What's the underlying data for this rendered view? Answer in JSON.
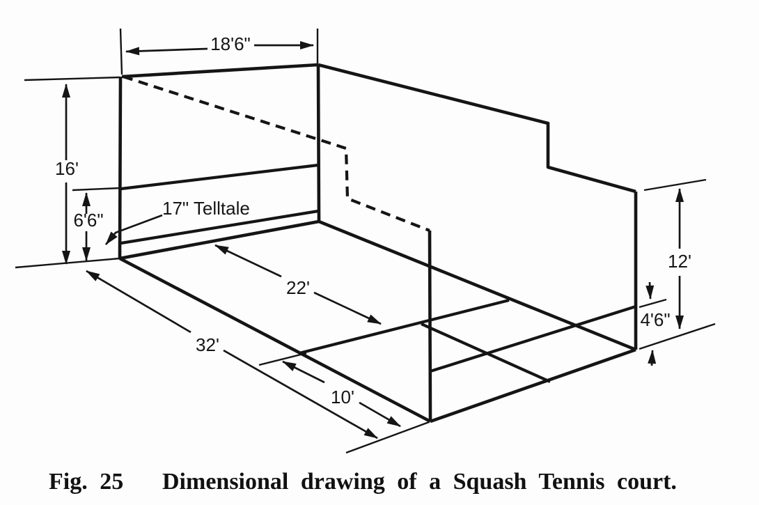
{
  "figure": {
    "caption_prefix": "Fig. 25",
    "caption": "Dimensional drawing of a Squash Tennis court."
  },
  "labels": {
    "front_wall_width": "18'6\"",
    "front_wall_height": "16'",
    "front_service_line_height": "6'6\"",
    "telltale": "17\" Telltale",
    "front_to_short_line": "22'",
    "court_length": "32'",
    "short_line_to_back_wall": "10'",
    "back_wall_height": "12'",
    "back_wall_service_height": "4'6\""
  },
  "colors": {
    "ink": "#151515",
    "paper": "#fdfdfd"
  }
}
